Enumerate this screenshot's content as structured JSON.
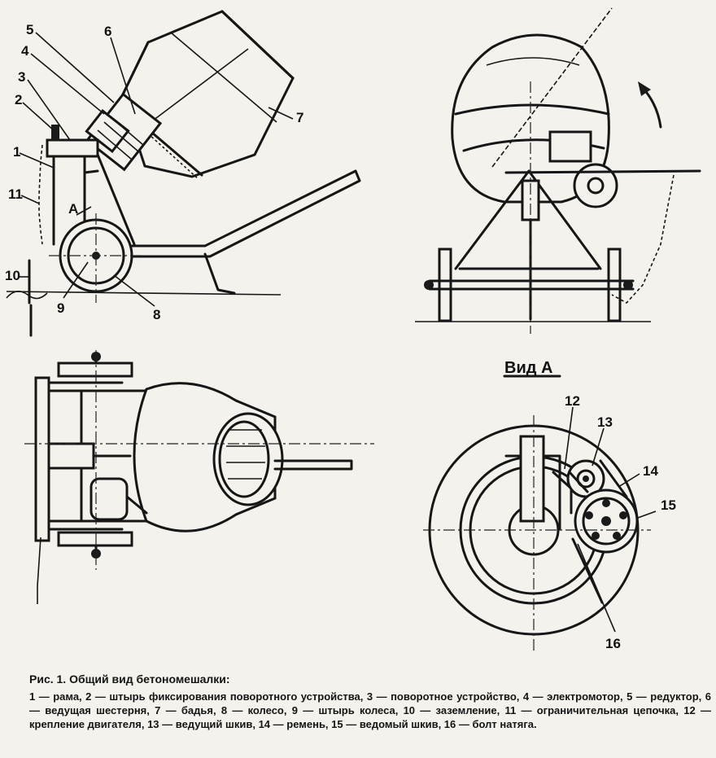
{
  "labels": {
    "n1": "1",
    "n2": "2",
    "n3": "3",
    "n4": "4",
    "n5": "5",
    "n6": "6",
    "n7": "7",
    "n8": "8",
    "n9": "9",
    "n10": "10",
    "n11": "11",
    "nA": "А",
    "n12": "12",
    "n13": "13",
    "n14": "14",
    "n15": "15",
    "n16": "16",
    "view_a": "Вид А"
  },
  "caption": {
    "title": "Рис. 1. Общий вид бетономешалки:",
    "text": "1 — рама, 2 — штырь фиксирования поворотного устройства, 3 — поворотное устройство, 4 — электромотор, 5 — редуктор, 6 — ведущая шестерня, 7 — бадья, 8 — колесо, 9 — штырь колеса, 10 — заземление, 11 — ограничительная цепочка, 12 — крепление двигателя, 13 — ведущий шкив, 14 — ремень, 15 — ведомый шкив, 16 — болт натяга."
  }
}
